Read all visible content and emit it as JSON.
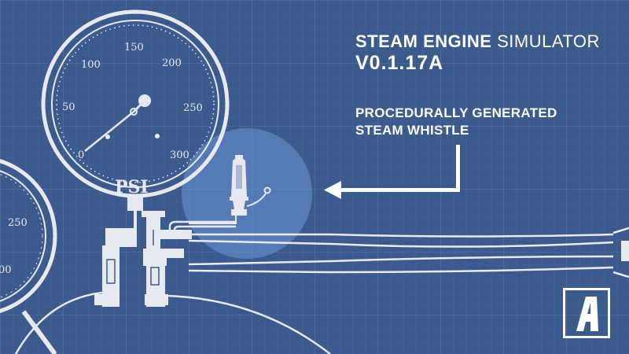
{
  "header": {
    "title_bold": "STEAM ENGINE",
    "title_regular": "SIMULATOR",
    "version": "V0.1.17A"
  },
  "callout": {
    "line1": "PROCEDURALLY GENERATED",
    "line2": "STEAM WHISTLE"
  },
  "gauge_main": {
    "ticks": [
      "0",
      "50",
      "100",
      "150",
      "200",
      "250",
      "300"
    ],
    "unit": "PSI"
  },
  "gauge_left": {
    "ticks": [
      "250",
      "00"
    ]
  },
  "logo": {
    "letter": "A"
  },
  "colors": {
    "background": "#3b5b8d",
    "line": "#e6eaf0",
    "highlight": "rgba(120,160,230,0.45)"
  }
}
